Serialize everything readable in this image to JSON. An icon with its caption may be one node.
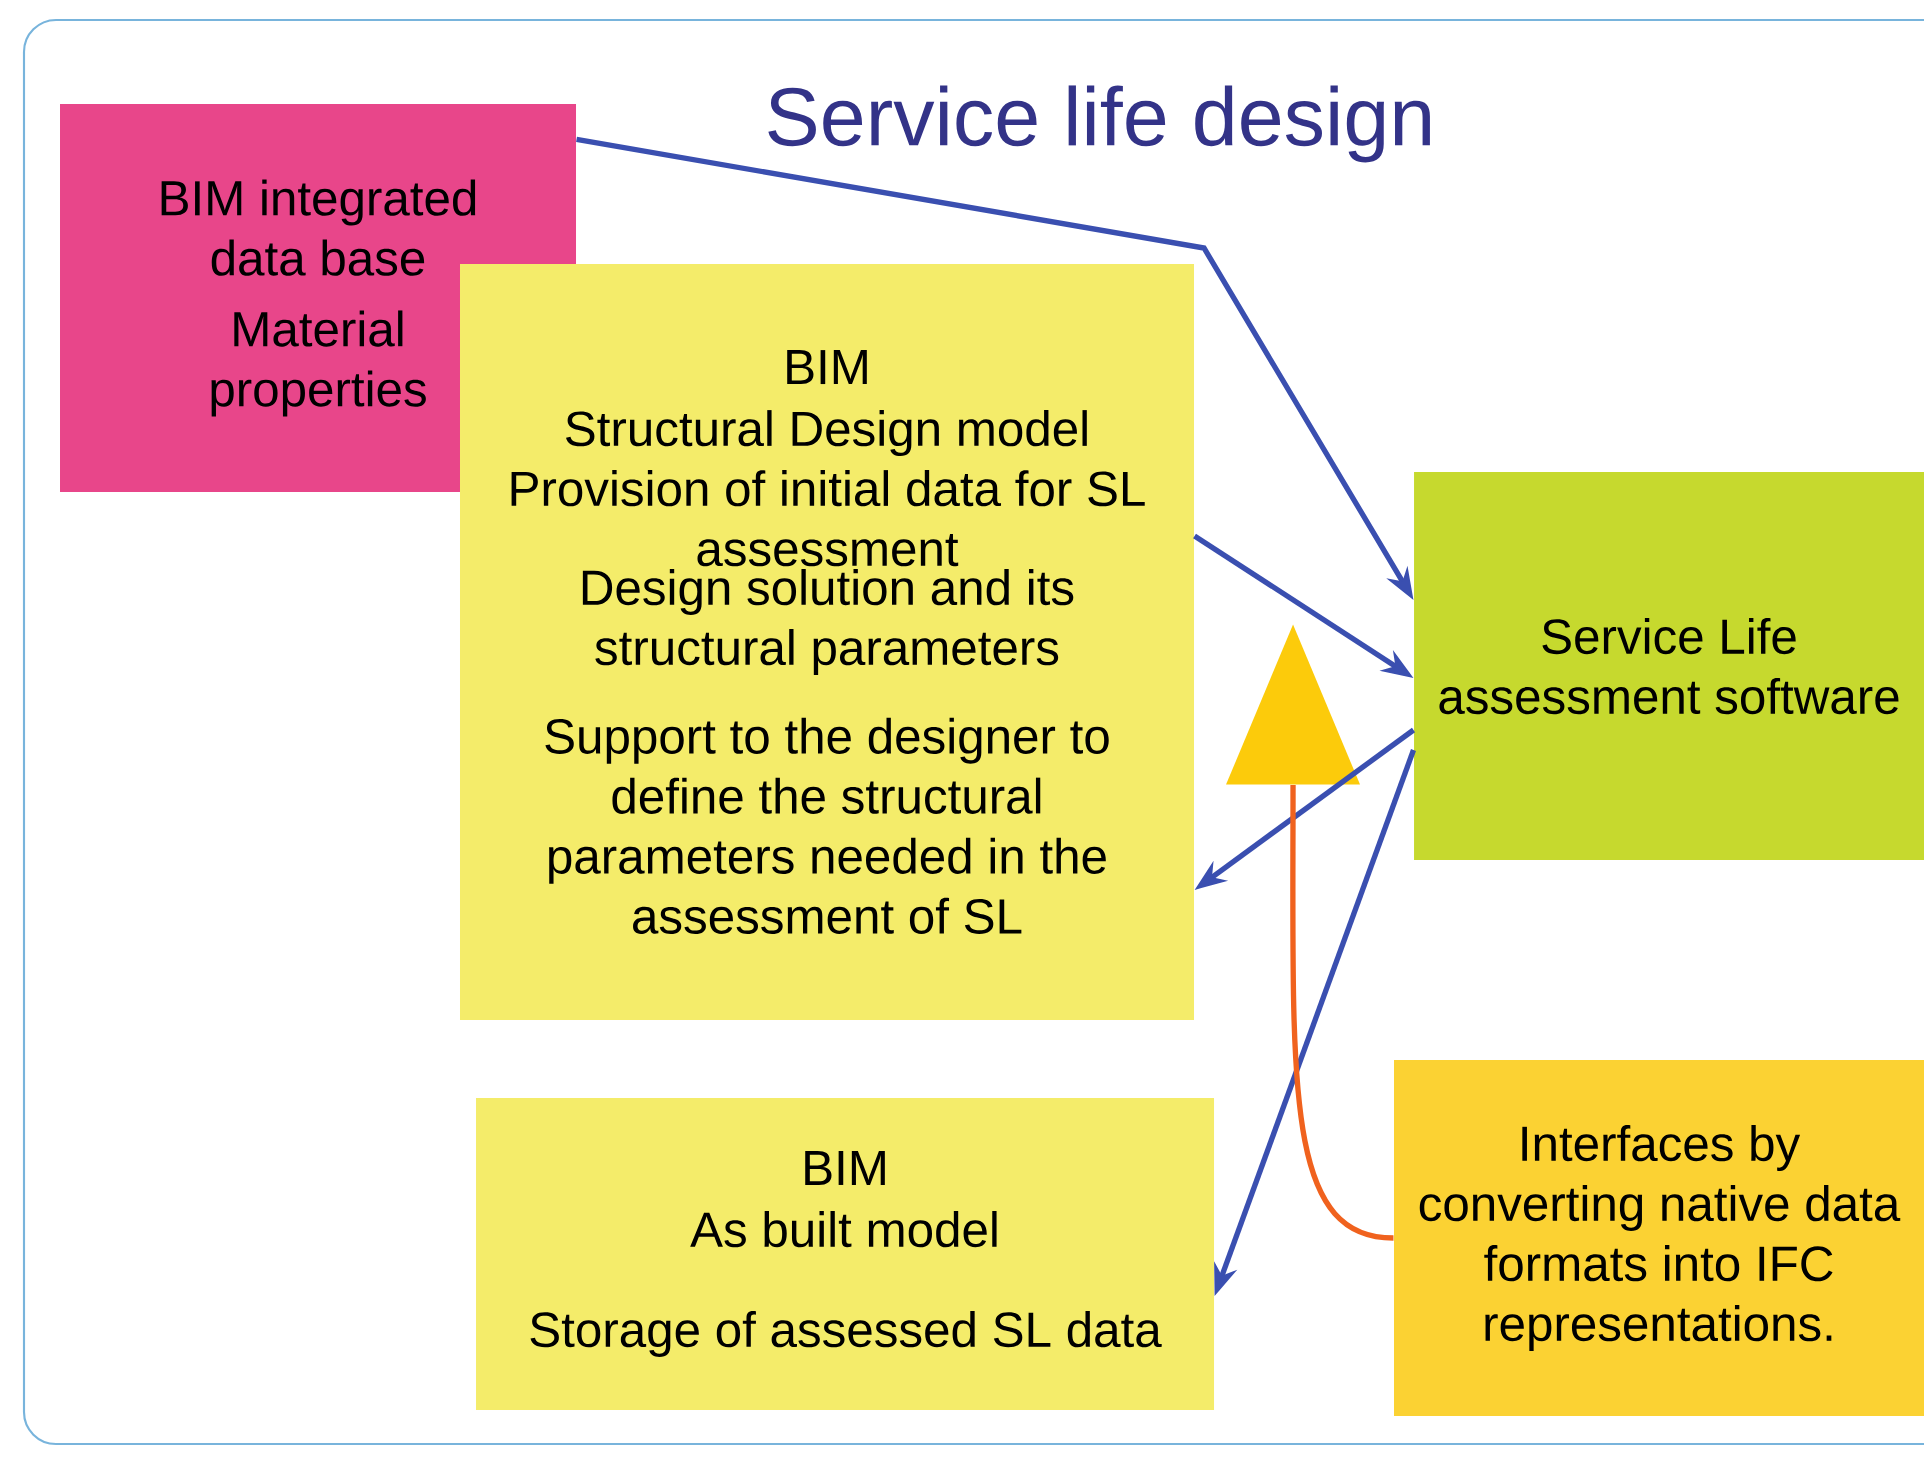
{
  "diagram": {
    "title": "Service life design",
    "nodes": [
      {
        "text": [
          "BIM integrated data base",
          "Material properties"
        ]
      },
      {
        "text": [
          "BIM",
          "Structural Design model",
          "Provision of initial data for SL assessment",
          "Design solution and its structural parameters",
          "Support to the designer to define the structural parameters needed in the assessment of SL"
        ]
      },
      {
        "text": [
          "Service Life assessment software"
        ]
      },
      {
        "text": [],
        "shape": "triangle"
      },
      {
        "text": [
          "BIM",
          "As built model",
          "Storage of assessed SL data"
        ]
      },
      {
        "text": [
          "Interfaces by converting native data formats into IFC representations."
        ]
      }
    ],
    "edges": [
      {
        "from": 0,
        "to": 2,
        "arrow": "to"
      },
      {
        "from": 1,
        "to": 2,
        "arrow": "to"
      },
      {
        "from": 2,
        "to": 1,
        "arrow": "to"
      },
      {
        "from": 2,
        "to": 4,
        "arrow": "to"
      },
      {
        "from": 5,
        "to": 3,
        "arrow": "none",
        "color": "#f0621e"
      }
    ]
  }
}
